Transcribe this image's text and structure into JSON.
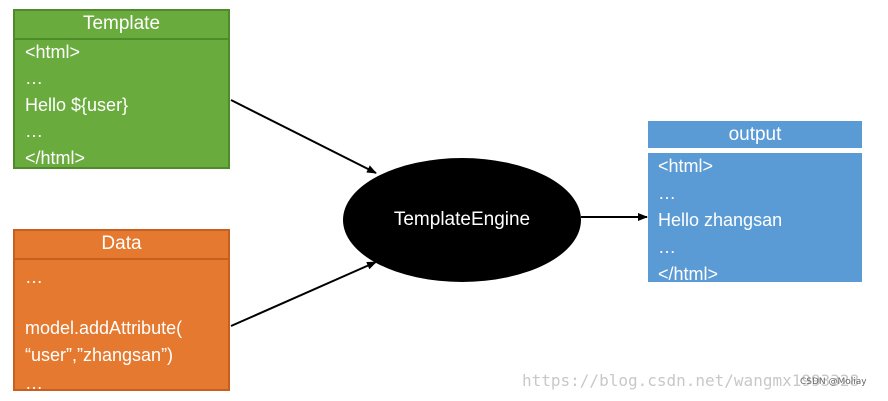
{
  "template": {
    "title": "Template",
    "lines": [
      "<html>",
      "…",
      "Hello ${user}",
      "…",
      "</html>"
    ]
  },
  "data": {
    "title": "Data",
    "lines": [
      "…",
      "model.addAttribute(",
      "“user”,”zhangsan”)",
      "…"
    ]
  },
  "engine": {
    "label": "TemplateEngine"
  },
  "output": {
    "title": "output",
    "lines": [
      "<html>",
      "…",
      "Hello zhangsan",
      "…",
      "</html>"
    ]
  },
  "watermark": {
    "url": "https://blog.csdn.net/wangmx1993328",
    "tag": "CSDN @Moliay"
  },
  "colors": {
    "template": "#6aab3e",
    "data": "#e4792f",
    "output": "#5b9bd5",
    "engine": "#000000"
  }
}
